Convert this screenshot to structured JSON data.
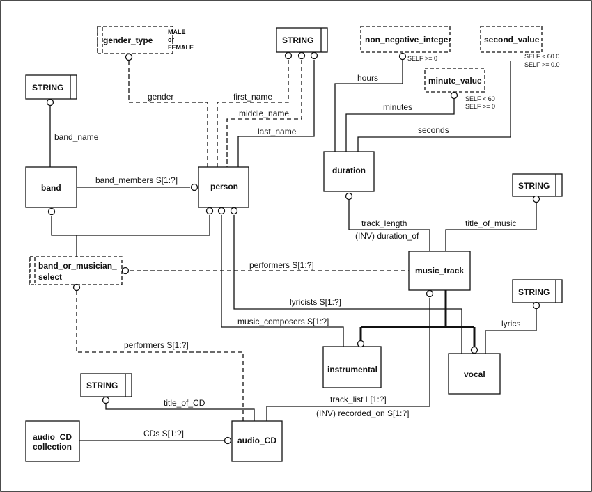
{
  "entities": {
    "band": "band",
    "person": "person",
    "duration": "duration",
    "music_track": "music_track",
    "instrumental": "instrumental",
    "vocal": "vocal",
    "audio_cd": "audio_CD",
    "audio_cd_collection_1": "audio_CD_",
    "audio_cd_collection_2": "collection"
  },
  "types": {
    "string": "STRING",
    "gender_type": "gender_type",
    "non_negative_integer": "non_negative_integer",
    "minute_value": "minute_value",
    "second_value": "second_value",
    "band_or_musician_1": "band_or_musician_",
    "band_or_musician_2": "select"
  },
  "notes": {
    "gender_male": "MALE",
    "gender_or": "or",
    "gender_female": "FEMALE",
    "nni_rule": "SELF >= 0",
    "minute_rule_1": "SELF < 60",
    "minute_rule_2": "SELF >= 0",
    "second_rule_1": "SELF < 60.0",
    "second_rule_2": "SELF >= 0.0"
  },
  "relations": {
    "gender": "gender",
    "first_name": "first_name",
    "middle_name": "middle_name",
    "last_name": "last_name",
    "band_name": "band_name",
    "band_members": "band_members S[1:?]",
    "hours": "hours",
    "minutes": "minutes",
    "seconds": "seconds",
    "track_length": "track_length",
    "duration_of": "(INV) duration_of",
    "title_of_music": "title_of_music",
    "performers_track": "performers S[1:?]",
    "lyricists": "lyricists S[1:?]",
    "music_composers": "music_composers S[1:?]",
    "lyrics": "lyrics",
    "performers_cd": "performers S[1:?]",
    "title_of_cd": "title_of_CD",
    "track_list": "track_list L[1:?]",
    "recorded_on": "(INV) recorded_on S[1:?]",
    "cds": "CDs S[1:?]"
  }
}
